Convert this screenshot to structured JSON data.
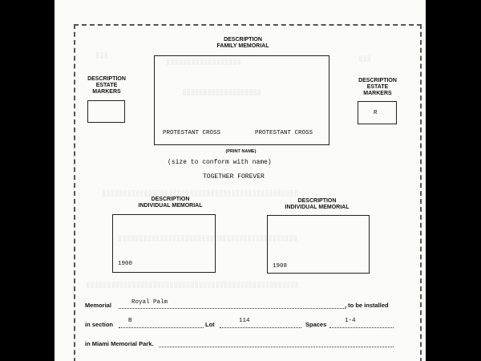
{
  "family": {
    "title1": "DESCRIPTION",
    "title2": "FAMILY MEMORIAL",
    "left_text": "PROTESTANT CROSS",
    "right_text": "PROTESTANT CROSS",
    "print_name": "(PRINT NAME)",
    "size_note": "(size to conform with name)",
    "inscription": "TOGETHER FOREVER"
  },
  "estate_left": {
    "l1": "DESCRIPTION",
    "l2": "ESTATE",
    "l3": "MARKERS",
    "value": ""
  },
  "estate_right": {
    "l1": "DESCRIPTION",
    "l2": "ESTATE",
    "l3": "MARKERS",
    "value": "R"
  },
  "individual_left": {
    "t1": "DESCRIPTION",
    "t2": "INDIVIDUAL MEMORIAL",
    "year": "1900"
  },
  "individual_right": {
    "t1": "DESCRIPTION",
    "t2": "INDIVIDUAL MEMORIAL",
    "year": "1908"
  },
  "form": {
    "memorial_label": "Memorial",
    "memorial_value": "Royal Palm",
    "installed_label": ", to be installed",
    "section_label": "in section",
    "section_value": "B",
    "lot_label": "Lot",
    "lot_value": "114",
    "spaces_label": "Spaces",
    "spaces_value": "1-4",
    "park_label": "in Miami Memorial Park."
  }
}
